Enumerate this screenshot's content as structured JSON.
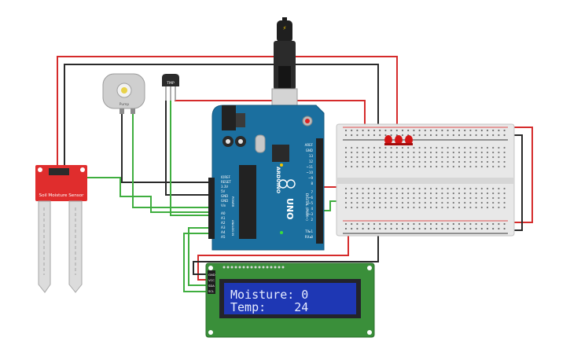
{
  "soil_sensor": {
    "label": "Soil Moisture Sensor"
  },
  "motor": {
    "label": "Pump"
  },
  "temp_sensor": {
    "label": "TMP"
  },
  "arduino": {
    "brand": "ARDUINO",
    "model": "UNO",
    "top_pins": [
      "AREF",
      "GND",
      "13",
      "12",
      "~11",
      "~10",
      "~9",
      "8",
      "7",
      "~6",
      "~5",
      "4",
      "~3",
      "2",
      "TX▸1",
      "RX◂0"
    ],
    "digital_label": "DIGITAL (PWM~)",
    "power_pins": [
      "IOREF",
      "RESET",
      "3.3V",
      "5V",
      "GND",
      "GND",
      "Vin"
    ],
    "power_label": "POWER",
    "analog_pins": [
      "A0",
      "A1",
      "A2",
      "A3",
      "A4",
      "A5"
    ],
    "analog_label": "ANALOG IN"
  },
  "lcd": {
    "pins": [
      "GND",
      "VCC",
      "SDA",
      "SCL"
    ],
    "line1": "Moisture: 0",
    "line2": "Temp:    24"
  },
  "colors": {
    "wire_red": "#d52b2b",
    "wire_black": "#2a2a2a",
    "wire_green": "#3fae3f",
    "arduino_blue": "#1b6f9f",
    "sensor_red": "#e02d2d",
    "lcd_green": "#3a8f3a",
    "lcd_screen": "#1e37b4",
    "led_red": "#d41414"
  }
}
